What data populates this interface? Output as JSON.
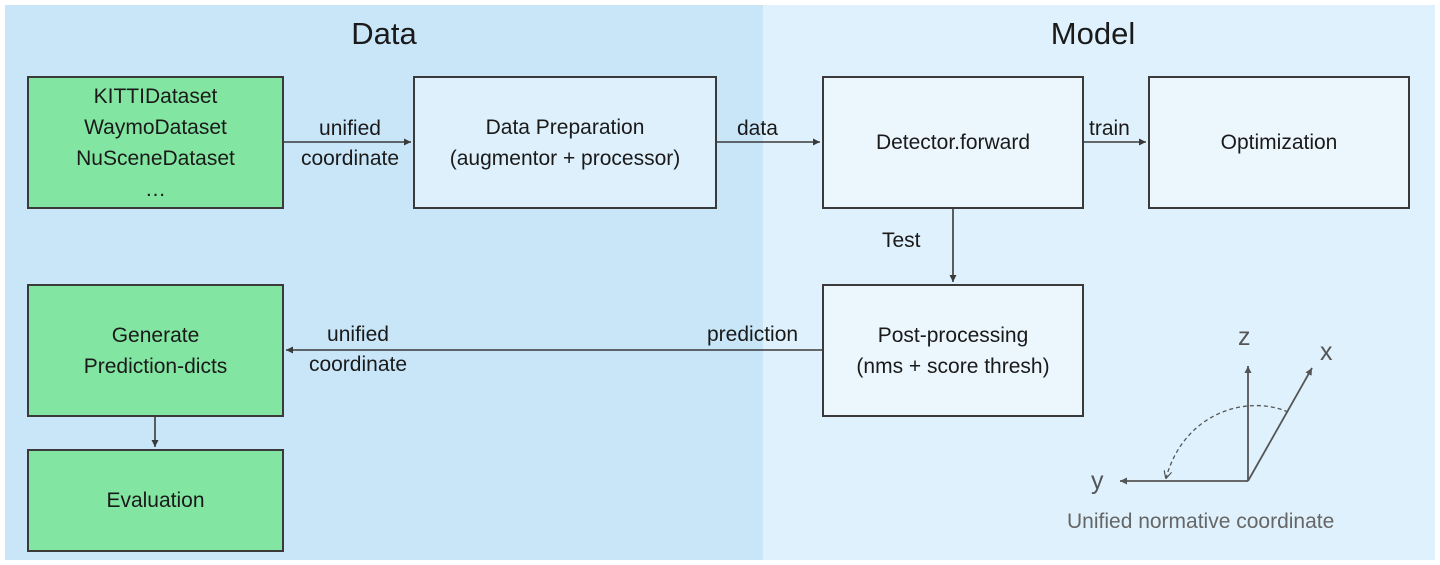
{
  "panels": {
    "data_title": "Data",
    "model_title": "Model"
  },
  "boxes": {
    "datasets": [
      "KITTIDataset",
      "WaymoDataset",
      "NuSceneDataset",
      "…"
    ],
    "data_preparation": [
      "Data Preparation",
      "(augmentor + processor)"
    ],
    "detector_forward": "Detector.forward",
    "optimization": "Optimization",
    "post_processing": [
      "Post-processing",
      "(nms + score thresh)"
    ],
    "generate_prediction": [
      "Generate",
      "Prediction-dicts"
    ],
    "evaluation": "Evaluation"
  },
  "edges": {
    "unified_coordinate_top": [
      "unified",
      "coordinate"
    ],
    "data": "data",
    "train": "train",
    "test": "Test",
    "prediction": "prediction",
    "unified_coordinate_bottom": [
      "unified",
      "coordinate"
    ]
  },
  "coordinate": {
    "z": "z",
    "x": "x",
    "y": "y",
    "caption": "Unified normative coordinate"
  },
  "colors": {
    "data_panel": "#c9e6f9",
    "model_panel": "#def1fc",
    "green_box": "#82e6a2",
    "line": "#3a3a3a"
  }
}
